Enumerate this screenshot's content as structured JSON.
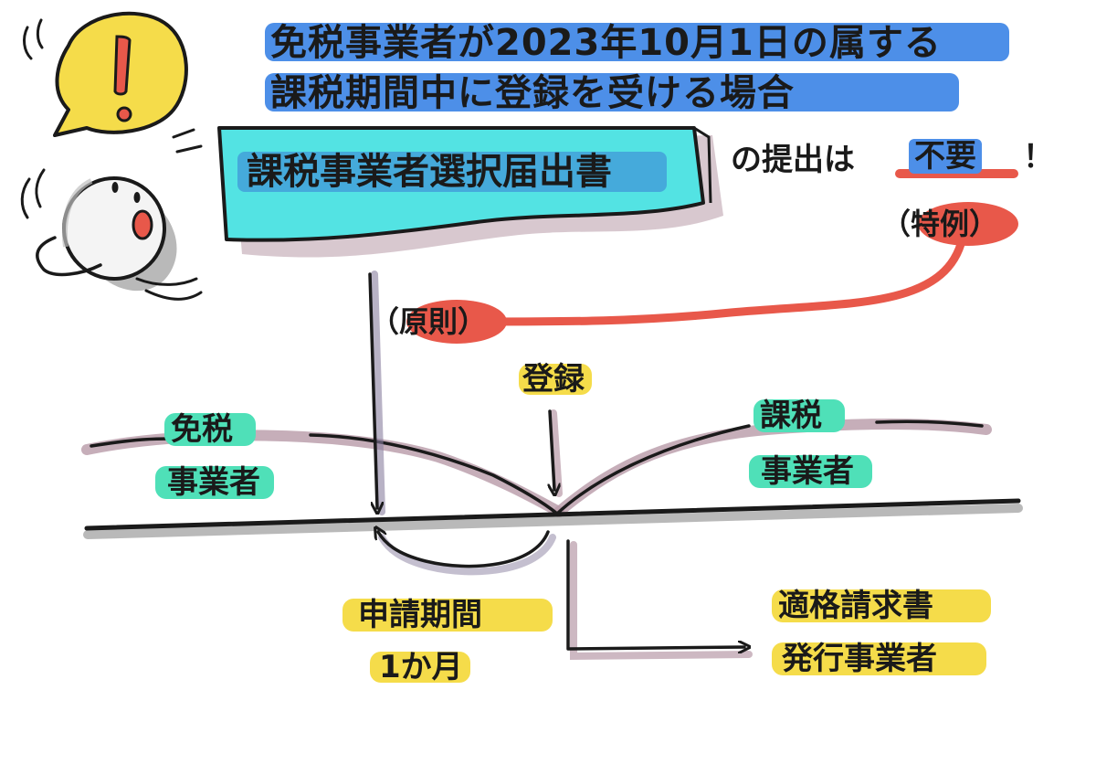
{
  "title": {
    "line1": "免税事業者が2023年10月1日の属する",
    "line2": "課税期間中に登録を受ける場合"
  },
  "document": {
    "name": "課税事業者選択届出書",
    "suffix": "の提出は",
    "emphasis": "不要",
    "exclaim": "！"
  },
  "labels": {
    "special_case": "（特例）",
    "principle": "（原則）",
    "registration": "登録",
    "tax_exempt_line1": "免税",
    "tax_exempt_line2": "事業者",
    "taxable_line1": "課税",
    "taxable_line2": "事業者",
    "application_line1": "申請期間",
    "application_line2": "1か月",
    "issuer_line1": "適格請求書",
    "issuer_line2": "発行事業者"
  },
  "character": {
    "bubble_mark": "!"
  },
  "colors": {
    "blue_highlight": "#4d8fe8",
    "cyan_document": "#53e3e3",
    "red_highlight": "#e8584a",
    "green_highlight": "#4fe0b8",
    "yellow_highlight": "#f5dc4a",
    "mauve_shadow": "#b89aa8"
  }
}
